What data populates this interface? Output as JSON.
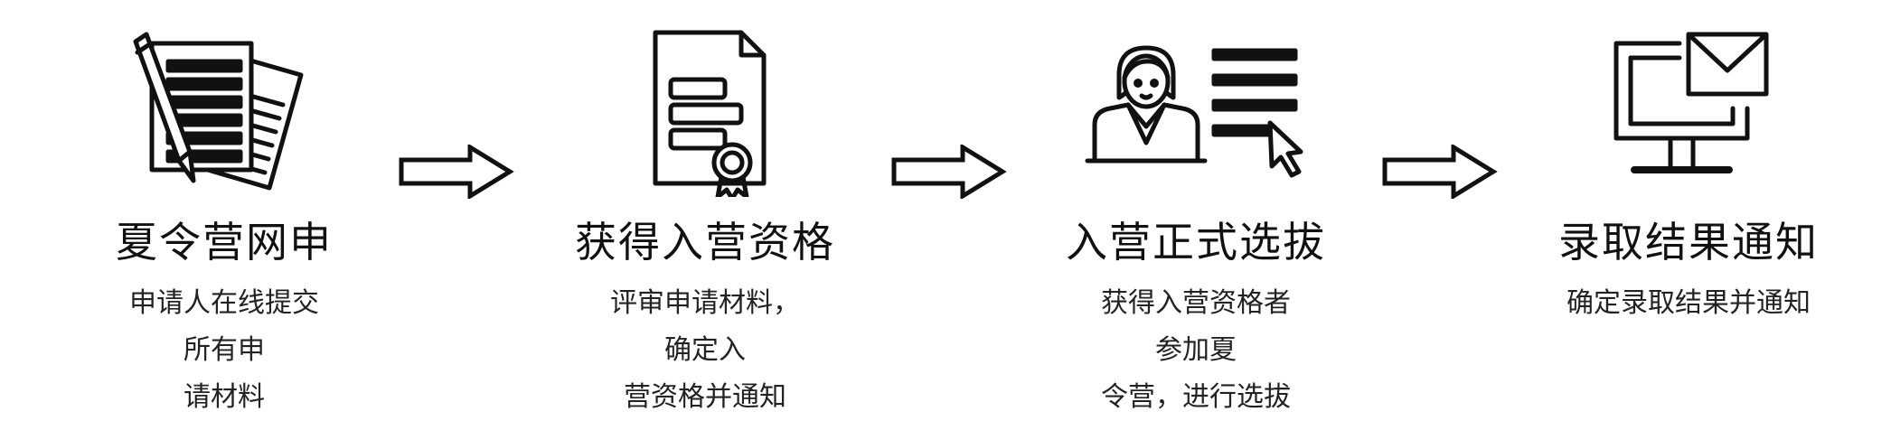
{
  "steps": [
    {
      "icon": "application-documents-icon",
      "title": "夏令营网申",
      "desc_lines": [
        "申请人在线提交所有申",
        "请材料"
      ]
    },
    {
      "icon": "certificate-icon",
      "title": "获得入营资格",
      "desc_lines": [
        "评审申请材料，确定入",
        "营资格并通知"
      ]
    },
    {
      "icon": "candidate-selection-icon",
      "title": "入营正式选拔",
      "desc_lines": [
        "获得入营资格者参加夏",
        "令营，进行选拔"
      ]
    },
    {
      "icon": "computer-mail-icon",
      "title": "录取结果通知",
      "desc_lines": [
        "确定录取结果并通知"
      ]
    }
  ],
  "arrow_icon": "right-arrow-icon"
}
